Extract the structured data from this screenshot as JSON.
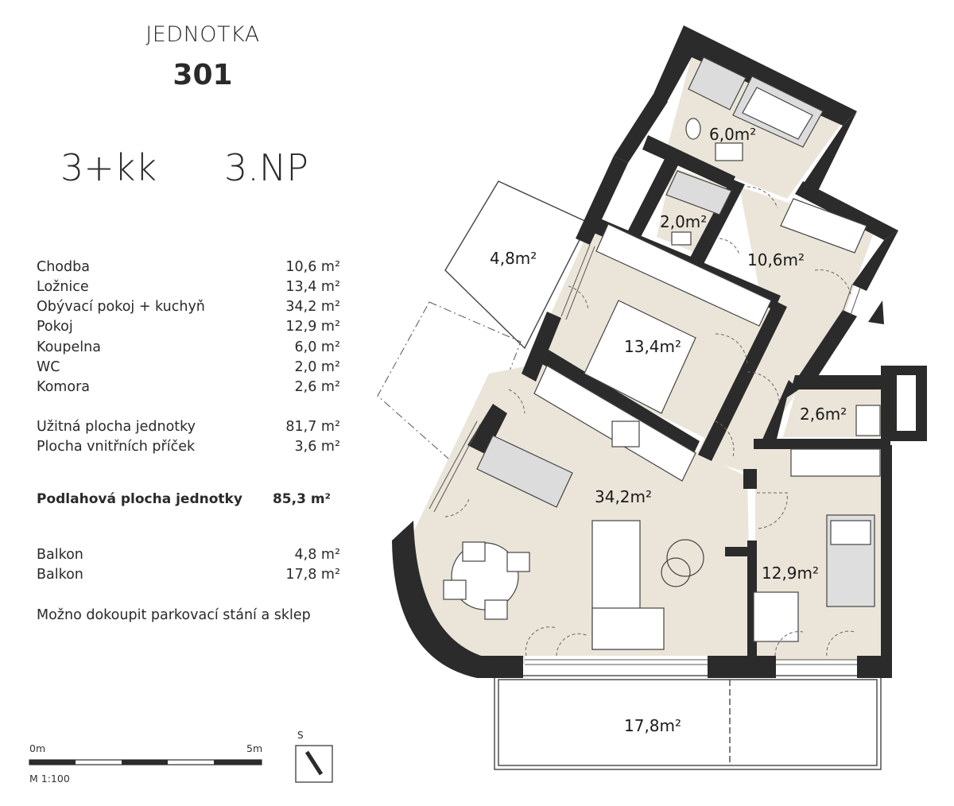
{
  "header": {
    "unit_label": "JEDNOTKA",
    "unit_number": "301",
    "layout_type": "3+kk",
    "floor": "3.NP"
  },
  "rooms": [
    {
      "name": "Chodba",
      "area": "10,6 m²"
    },
    {
      "name": "Ložnice",
      "area": "13,4 m²"
    },
    {
      "name": "Obývací pokoj + kuchyň",
      "area": "34,2 m²"
    },
    {
      "name": "Pokoj",
      "area": "12,9 m²"
    },
    {
      "name": "Koupelna",
      "area": "6,0 m²"
    },
    {
      "name": "WC",
      "area": "2,0 m²"
    },
    {
      "name": "Komora",
      "area": "2,6 m²"
    }
  ],
  "summary": [
    {
      "name": "Užitná plocha jednotky",
      "area": "81,7 m²"
    },
    {
      "name": "Plocha vnitřních příček",
      "area": "3,6 m²"
    }
  ],
  "total": {
    "name": "Podlahová plocha jednotky",
    "area": "85,3 m²"
  },
  "balconies": [
    {
      "name": "Balkon",
      "area": "4,8 m²"
    },
    {
      "name": "Balkon",
      "area": "17,8 m²"
    }
  ],
  "note": "Možno dokoupit parkovací stání a sklep",
  "scale": {
    "start": "0m",
    "end": "5m",
    "ratio": "M 1:100"
  },
  "compass": {
    "label": "S"
  },
  "plan_labels": {
    "koupelna": "6,0m²",
    "wc": "2,0m²",
    "chodba": "10,6m²",
    "balkon_small": "4,8m²",
    "loznice": "13,4m²",
    "komora": "2,6m²",
    "obyvaci": "34,2m²",
    "pokoj": "12,9m²",
    "balkon_large": "17,8m²"
  },
  "colors": {
    "wall": "#2b2b2b",
    "floor": "#ebe5d9",
    "line": "#555555"
  }
}
